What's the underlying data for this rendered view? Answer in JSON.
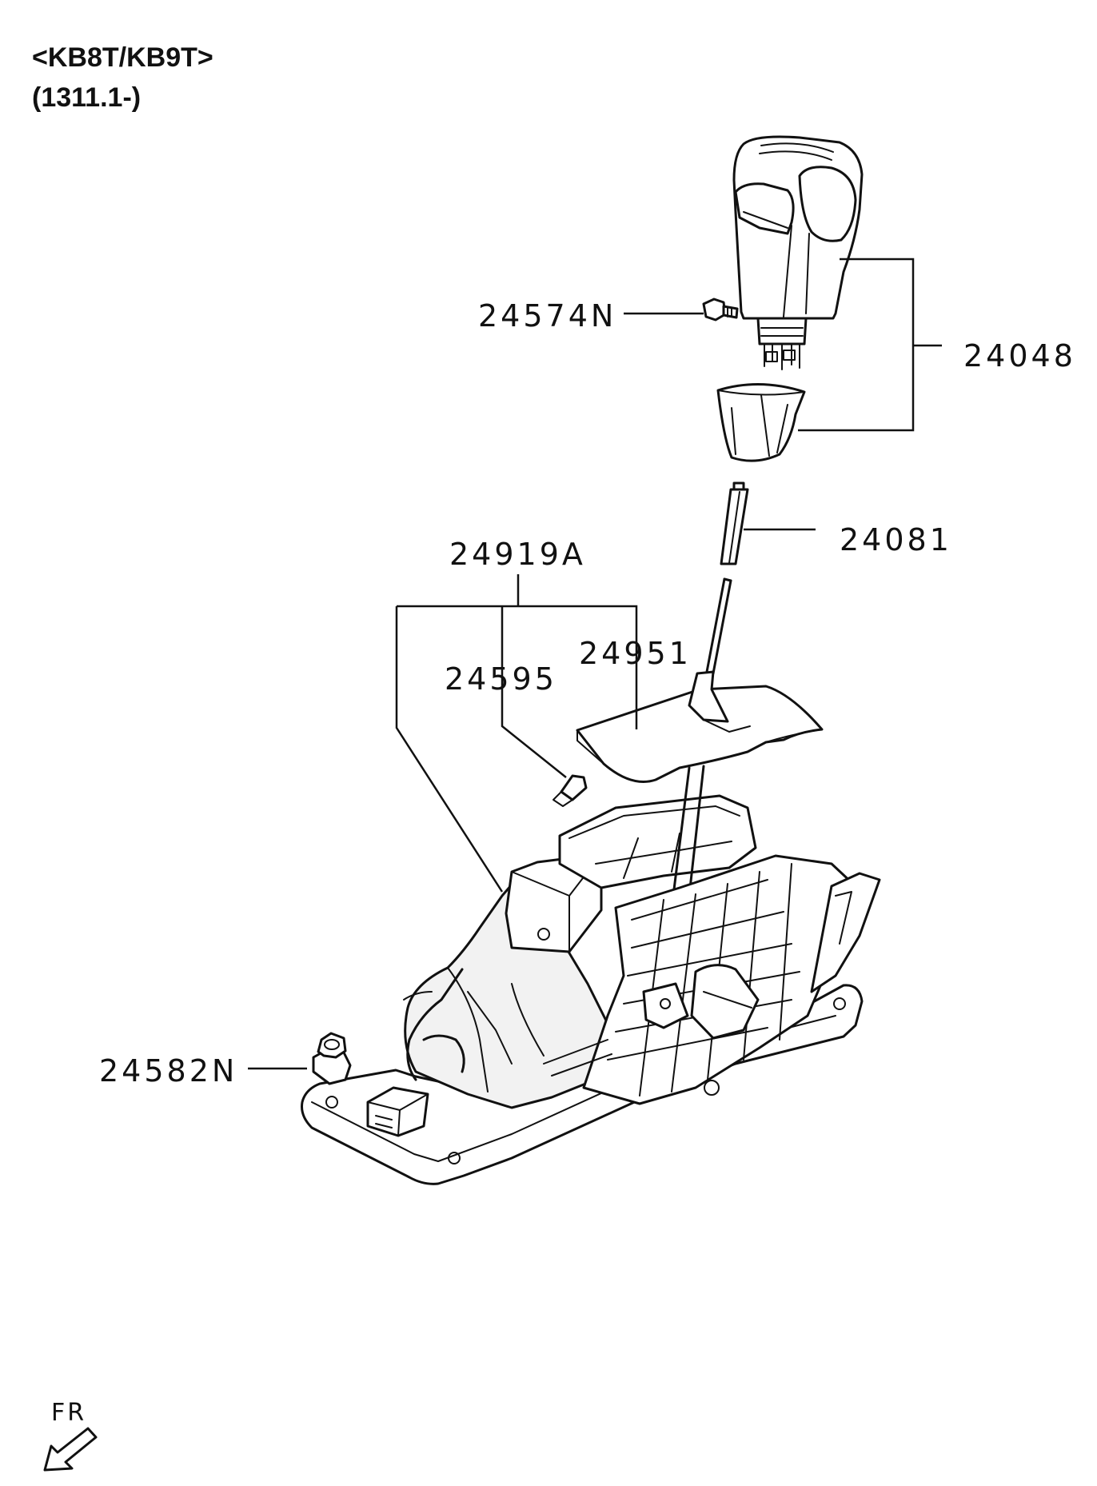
{
  "header": {
    "model_line": "<KB8T/KB9T>",
    "date_line": "(1311.1-)"
  },
  "callouts": {
    "p24574N": "24574N",
    "p24048": "24048",
    "p24081": "24081",
    "p24919A": "24919A",
    "p24595": "24595",
    "p24951": "24951",
    "p24582N": "24582N"
  },
  "orientation": {
    "label": "FR"
  },
  "colors": {
    "line": "#111111",
    "background": "#ffffff"
  }
}
